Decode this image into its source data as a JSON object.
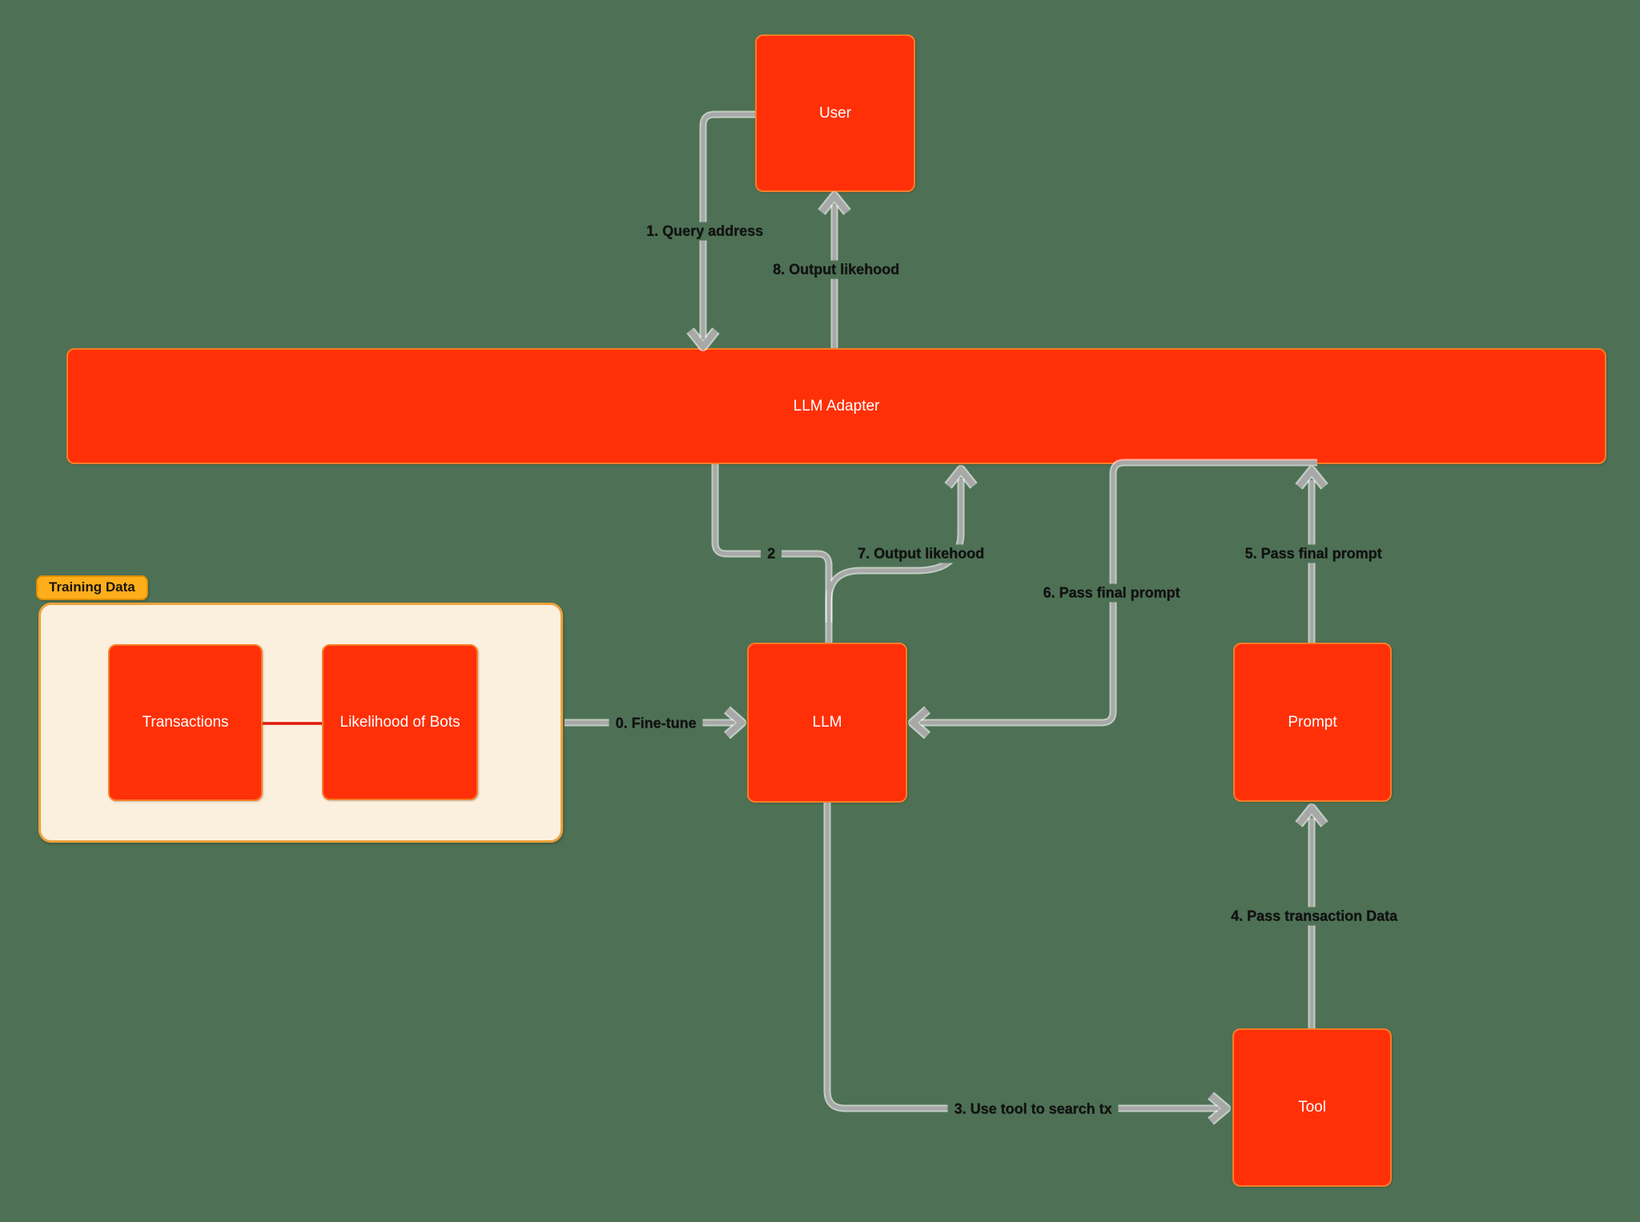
{
  "colors": {
    "canvas": "#4E7155",
    "shape": "#FF3008",
    "shape-border": "#F67D27",
    "cream": "#FBF0DD",
    "container-border": "#EBA23B",
    "tab-bg": "#FFAE1B",
    "tab-border": "#DD8F04",
    "arrow": "#A8A8A8",
    "red-link": "#E0170B",
    "label-text": "#111111",
    "node-text": "#FFFFFF"
  },
  "nodes": {
    "user": {
      "label": "User"
    },
    "llm_adapter": {
      "label": "LLM Adapter"
    },
    "llm": {
      "label": "LLM"
    },
    "prompt": {
      "label": "Prompt"
    },
    "tool": {
      "label": "Tool"
    },
    "transactions": {
      "label": "Transactions"
    },
    "likelihood": {
      "label": "Likelihood of Bots"
    },
    "training_data": {
      "label": "Training Data"
    }
  },
  "edges": {
    "e0": {
      "label": "0. Fine-tune",
      "from": "Training Data",
      "to": "LLM"
    },
    "e1": {
      "label": "1. Query address",
      "from": "User",
      "to": "LLM Adapter"
    },
    "e2": {
      "label": "2",
      "from": "LLM Adapter",
      "to": "LLM"
    },
    "e3": {
      "label": "3. Use tool to search tx",
      "from": "LLM",
      "to": "Tool"
    },
    "e4": {
      "label": "4. Pass transaction Data",
      "from": "Tool",
      "to": "Prompt"
    },
    "e5": {
      "label": "5. Pass final prompt",
      "from": "Prompt",
      "to": "LLM Adapter"
    },
    "e6": {
      "label": "6. Pass final prompt",
      "from": "LLM Adapter",
      "to": "LLM"
    },
    "e7": {
      "label": "7. Output likehood",
      "from": "LLM",
      "to": "LLM Adapter"
    },
    "e8": {
      "label": "8. Output likehood",
      "from": "LLM Adapter",
      "to": "User"
    }
  }
}
